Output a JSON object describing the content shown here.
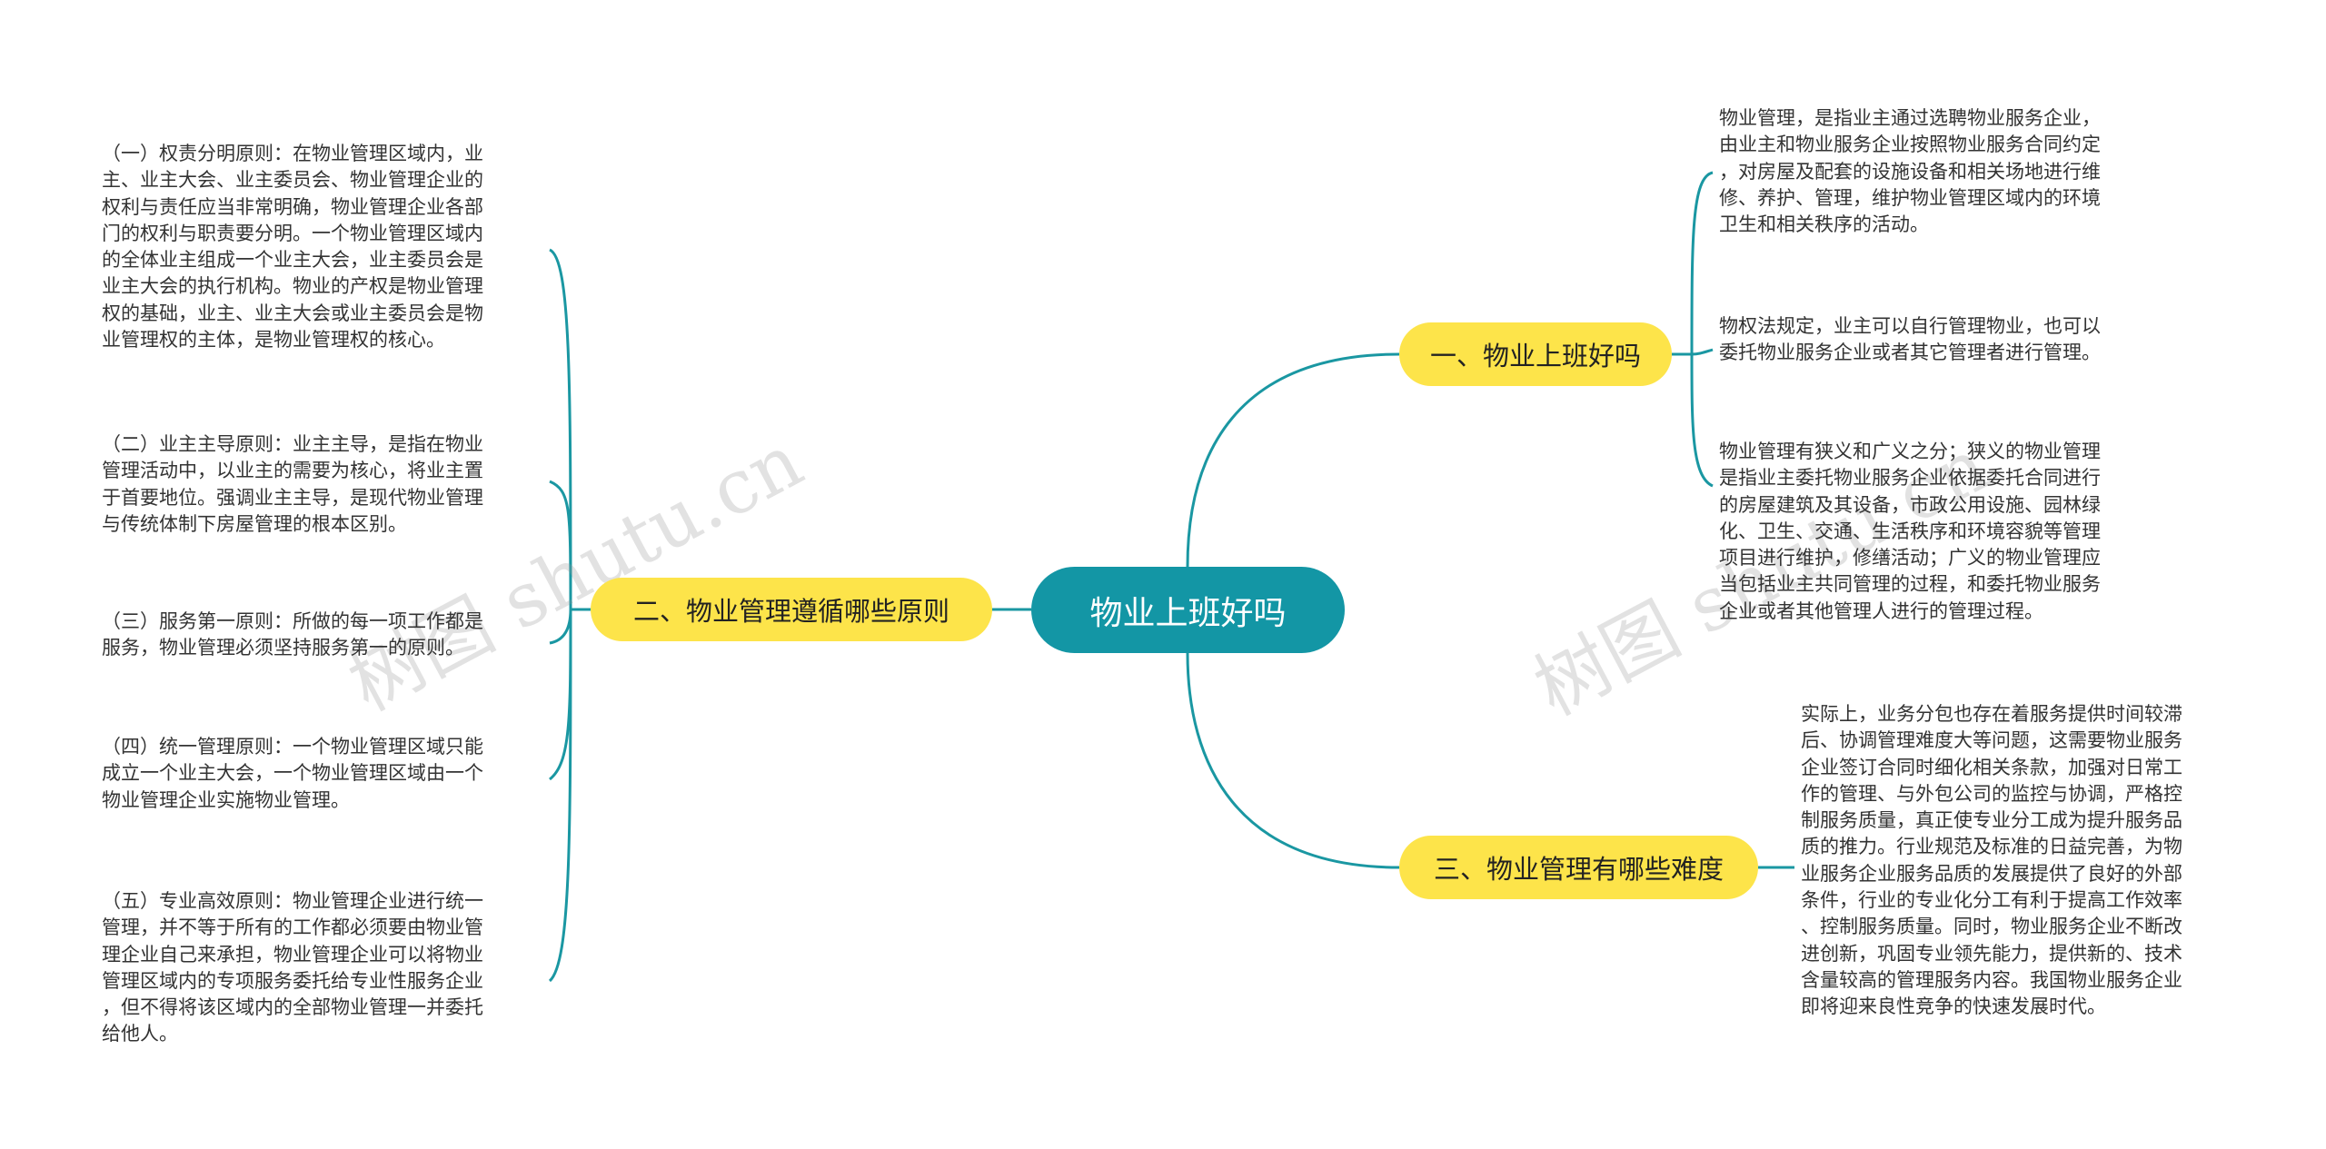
{
  "root": {
    "label": "物业上班好吗"
  },
  "branches": [
    {
      "label": "一、物业上班好吗",
      "leaves": [
        "物业管理，是指业主通过选聘物业服务企业，\n由业主和物业服务企业按照物业服务合同约定\n，对房屋及配套的设施设备和相关场地进行维\n修、养护、管理，维护物业管理区域内的环境\n卫生和相关秩序的活动。",
        "物权法规定，业主可以自行管理物业，也可以\n委托物业服务企业或者其它管理者进行管理。",
        "物业管理有狭义和广义之分；狭义的物业管理\n是指业主委托物业服务企业依据委托合同进行\n的房屋建筑及其设备，市政公用设施、园林绿\n化、卫生、交通、生活秩序和环境容貌等管理\n项目进行维护，修缮活动；广义的物业管理应\n当包括业主共同管理的过程，和委托物业服务\n企业或者其他管理人进行的管理过程。"
      ]
    },
    {
      "label": "二、物业管理遵循哪些原则",
      "leaves": [
        "（一）权责分明原则：在物业管理区域内，业\n主、业主大会、业主委员会、物业管理企业的\n权利与责任应当非常明确，物业管理企业各部\n门的权利与职责要分明。一个物业管理区域内\n的全体业主组成一个业主大会，业主委员会是\n业主大会的执行机构。物业的产权是物业管理\n权的基础，业主、业主大会或业主委员会是物\n业管理权的主体，是物业管理权的核心。",
        "（二）业主主导原则：业主主导，是指在物业\n管理活动中，以业主的需要为核心，将业主置\n于首要地位。强调业主主导，是现代物业管理\n与传统体制下房屋管理的根本区别。",
        "（三）服务第一原则：所做的每一项工作都是\n服务，物业管理必须坚持服务第一的原则。",
        "（四）统一管理原则：一个物业管理区域只能\n成立一个业主大会，一个物业管理区域由一个\n物业管理企业实施物业管理。",
        "（五）专业高效原则：物业管理企业进行统一\n管理，并不等于所有的工作都必须要由物业管\n理企业自己来承担，物业管理企业可以将物业\n管理区域内的专项服务委托给专业性服务企业\n，但不得将该区域内的全部物业管理一并委托\n给他人。"
      ]
    },
    {
      "label": "三、物业管理有哪些难度",
      "leaves": [
        "实际上，业务分包也存在着服务提供时间较滞\n后、协调管理难度大等问题，这需要物业服务\n企业签订合同时细化相关条款，加强对日常工\n作的管理、与外包公司的监控与协调，严格控\n制服务质量，真正使专业分工成为提升服务品\n质的推力。行业规范及标准的日益完善，为物\n业服务企业服务品质的发展提供了良好的外部\n条件，行业的专业化分工有利于提高工作效率\n、控制服务质量。同时，物业服务企业不断改\n进创新，巩固专业领先能力，提供新的、技术\n含量较高的管理服务内容。我国物业服务企业\n即将迎来良性竞争的快速发展时代。"
      ]
    }
  ],
  "watermarks": [
    "树图 shutu.cn",
    "树图 shutu.cn"
  ],
  "colors": {
    "line": "#1a97a2",
    "root_fill": "#1396a5",
    "branch_fill": "#fde44a",
    "text": "#333333"
  }
}
